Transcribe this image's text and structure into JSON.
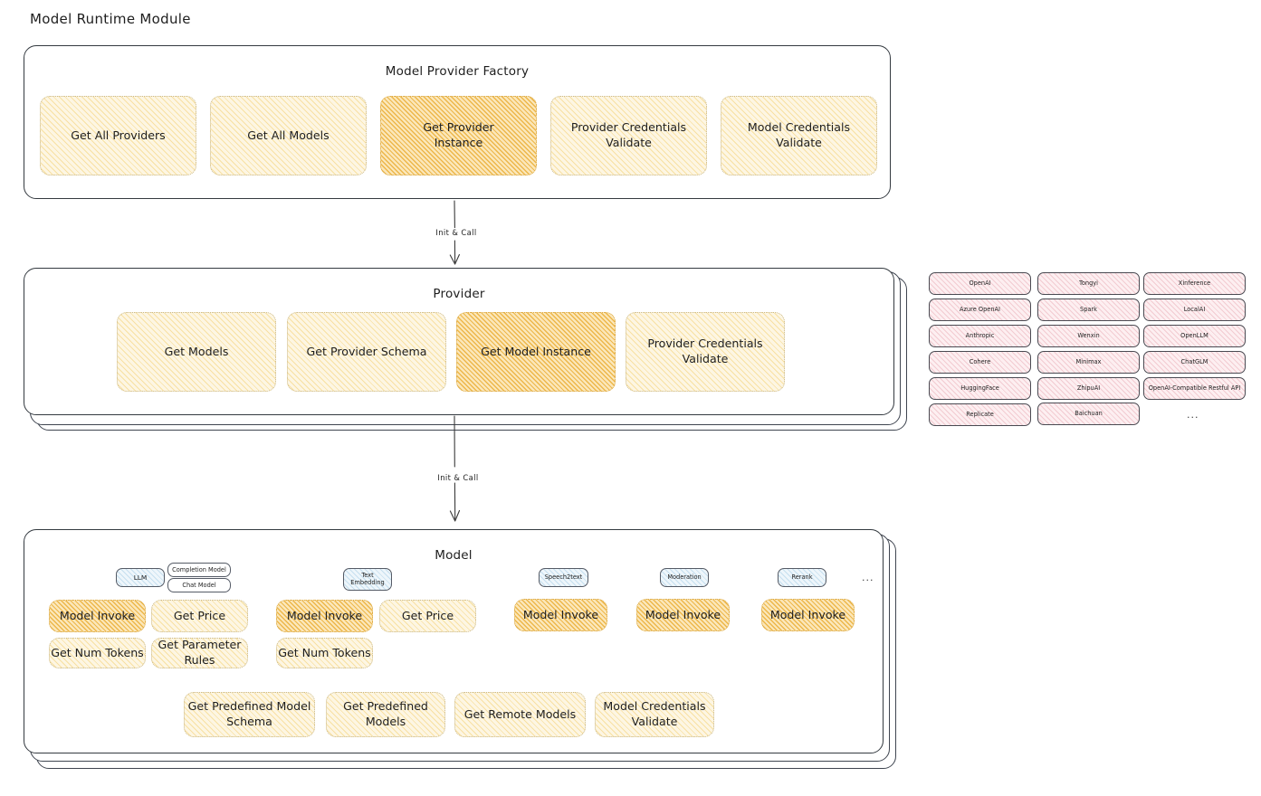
{
  "page": {
    "title": "Model Runtime Module"
  },
  "edges": [
    {
      "label": "Init & Call"
    },
    {
      "label": "Init & Call"
    }
  ],
  "factory": {
    "title": "Model Provider Factory",
    "boxes": [
      {
        "label": "Get All Providers",
        "highlight": false
      },
      {
        "label": "Get All Models",
        "highlight": false
      },
      {
        "label": "Get Provider Instance",
        "highlight": true
      },
      {
        "label": "Provider Credentials Validate",
        "highlight": false
      },
      {
        "label": "Model Credentials Validate",
        "highlight": false
      }
    ]
  },
  "provider": {
    "title": "Provider",
    "boxes": [
      {
        "label": "Get Models",
        "highlight": false
      },
      {
        "label": "Get Provider Schema",
        "highlight": false
      },
      {
        "label": "Get Model Instance",
        "highlight": true
      },
      {
        "label": "Provider Credentials Validate",
        "highlight": false
      }
    ]
  },
  "provider_list": {
    "columns": [
      {
        "items": [
          "OpenAI",
          "Azure OpenAI",
          "Anthropic",
          "Cohere",
          "HuggingFace",
          "Replicate"
        ]
      },
      {
        "items": [
          "Tongyi",
          "Spark",
          "Wenxin",
          "Minimax",
          "ZhipuAI",
          "Baichuan"
        ]
      },
      {
        "items": [
          "Xinference",
          "LocalAI",
          "OpenLLM",
          "ChatGLM",
          "OpenAI-Compatible Restful API"
        ]
      }
    ],
    "more": "..."
  },
  "model": {
    "title": "Model",
    "more": "...",
    "groups": [
      {
        "badge": "LLM",
        "subbadges": [
          "Completion Model",
          "Chat Model"
        ],
        "boxes": [
          {
            "label": "Model Invoke",
            "highlight": true
          },
          {
            "label": "Get Price",
            "highlight": false
          },
          {
            "label": "Get Num Tokens",
            "highlight": false
          },
          {
            "label": "Get Parameter Rules",
            "highlight": false
          }
        ]
      },
      {
        "badge": "Text Embedding",
        "subbadges": [],
        "boxes": [
          {
            "label": "Model Invoke",
            "highlight": true
          },
          {
            "label": "Get Price",
            "highlight": false
          },
          {
            "label": "Get Num Tokens",
            "highlight": false
          }
        ]
      },
      {
        "badge": "Speech2text",
        "subbadges": [],
        "boxes": [
          {
            "label": "Model Invoke",
            "highlight": true
          }
        ]
      },
      {
        "badge": "Moderation",
        "subbadges": [],
        "boxes": [
          {
            "label": "Model Invoke",
            "highlight": true
          }
        ]
      },
      {
        "badge": "Rerank",
        "subbadges": [],
        "boxes": [
          {
            "label": "Model Invoke",
            "highlight": true
          }
        ]
      }
    ],
    "common_boxes": [
      {
        "label": "Get Predefined Model Schema"
      },
      {
        "label": "Get Predefined Models"
      },
      {
        "label": "Get Remote Models"
      },
      {
        "label": "Model Credentials Validate"
      }
    ]
  }
}
